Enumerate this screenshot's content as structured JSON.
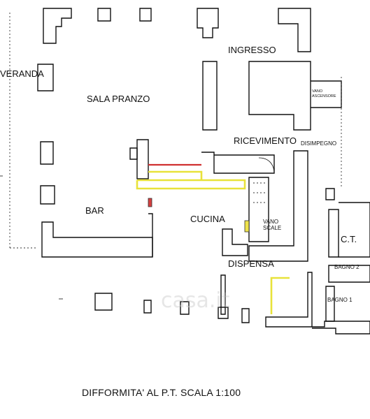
{
  "rooms": {
    "ingresso": "INGRESSO",
    "veranda": "VERANDA",
    "sala_pranzo": "SALA PRANZO",
    "vano_ascensore": "VANO\nASCENSORE",
    "ricevimento": "RICEVIMENTO",
    "disimpegno": "DISIMPEGNO",
    "bar": "BAR",
    "cucina": "CUCINA",
    "vano_scale": "VANO\nSCALE",
    "ct": "C.T.",
    "dispensa": "DISPENSA",
    "bagno_2": "BAGNO 2",
    "bagno_1": "BAGNO 1"
  },
  "watermark": "casa.it",
  "caption": "DIFFORMITA' AL P.T. SCALA 1:100",
  "colors": {
    "red_change": "#d03030",
    "yellow_change": "#e8e23a",
    "watermark": "#c9c9c9"
  }
}
